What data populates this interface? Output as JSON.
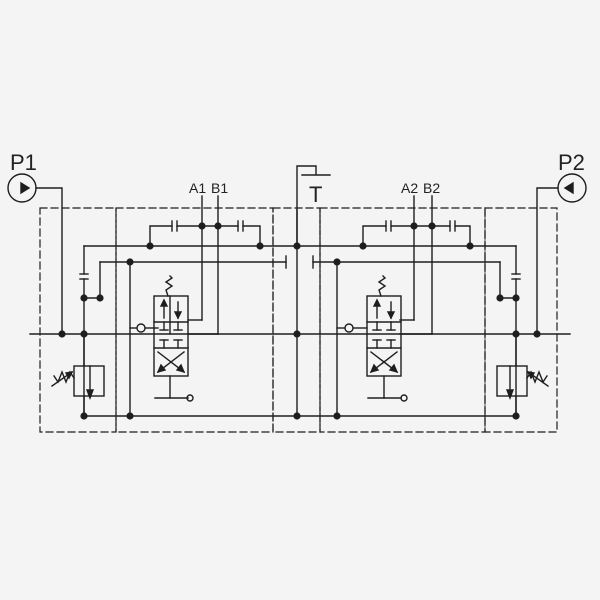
{
  "labels": {
    "p1": "P1",
    "p2": "P2",
    "tank": "T",
    "a1": "A1",
    "b1": "B1",
    "a2": "A2",
    "b2": "B2"
  },
  "colors": {
    "line": "#1e1e1e",
    "background": "#f4f4f4"
  }
}
